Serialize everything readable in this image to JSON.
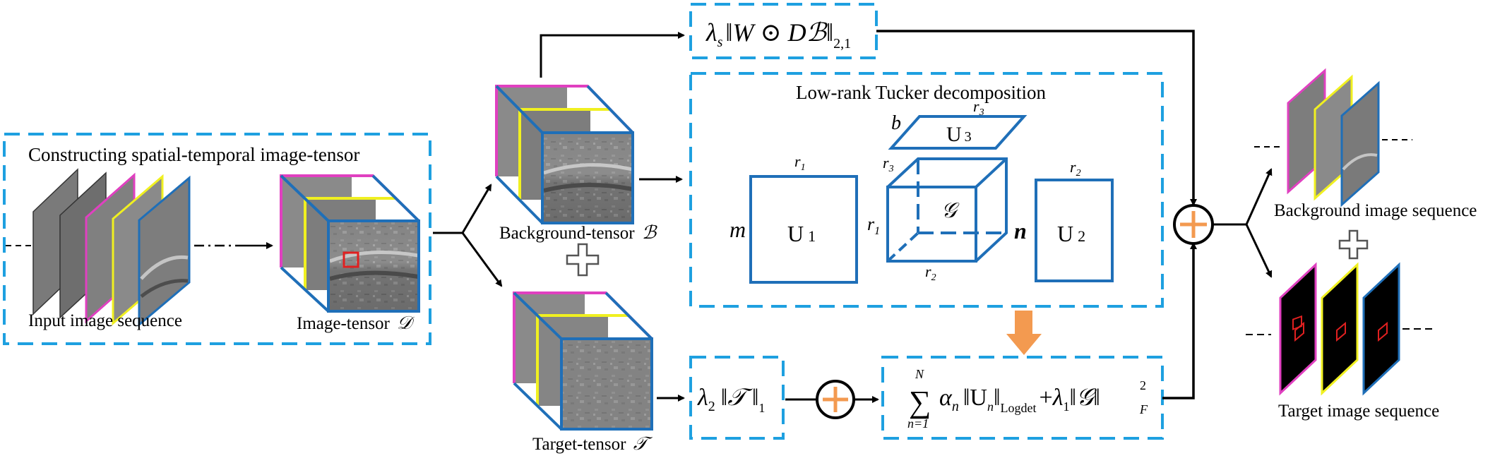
{
  "labels": {
    "construct_title": "Constructing spatial-temporal image-tensor",
    "input_sequence": "Input image sequence",
    "image_tensor": "Image-tensor",
    "image_tensor_symbol": "𝒟",
    "background_tensor": "Background-tensor",
    "background_tensor_symbol": "ℬ",
    "target_tensor": "Target-tensor",
    "target_tensor_symbol": "𝒯",
    "tucker_title": "Low-rank Tucker decomposition",
    "background_sequence": "Background image sequence",
    "target_sequence": "Target image sequence"
  },
  "tucker": {
    "u1": "U",
    "u1_sub": "1",
    "u2": "U",
    "u2_sub": "2",
    "u3": "U",
    "u3_sub": "3",
    "core": "𝒢",
    "m": "m",
    "n": "n",
    "b": "b",
    "r1_top": "r",
    "r1_top_sub": "1",
    "r1_side": "r",
    "r1_side_sub": "1",
    "r2_top": "r",
    "r2_top_sub": "2",
    "r2_bottom": "r",
    "r2_bottom_sub": "2",
    "r3_top": "r",
    "r3_top_sub": "3",
    "r3_side": "r",
    "r3_side_sub": "3"
  },
  "formulas": {
    "bg_reg": {
      "lambda": "λ",
      "lambda_sub": "s",
      "body": "‖W ⊙ Dℬ‖",
      "sub": "2,1"
    },
    "target_reg": {
      "lambda": "λ",
      "lambda_sub": "2",
      "body": "‖𝒯 ‖",
      "sub": "1"
    },
    "lowrank_reg": {
      "sigma": "∑",
      "upper": "N",
      "lower": "n=1",
      "alpha": "α",
      "alpha_sub": "n",
      "body": "‖U",
      "body_sub": "n",
      "norm_close": "‖",
      "norm_sub": "Logdet",
      "plus": "+",
      "lambda": "λ",
      "lambda_sub": "1",
      "core_norm": "‖𝒢‖",
      "sup": "2",
      "sub": "F"
    }
  },
  "colors": {
    "dashed_box": "#1ea0e0",
    "tensor_blue": "#1f6fb8",
    "magenta": "#e040c0",
    "yellow": "#f0f020",
    "red": "#e02020",
    "orange": "#f39a50",
    "arrow": "#000000"
  }
}
